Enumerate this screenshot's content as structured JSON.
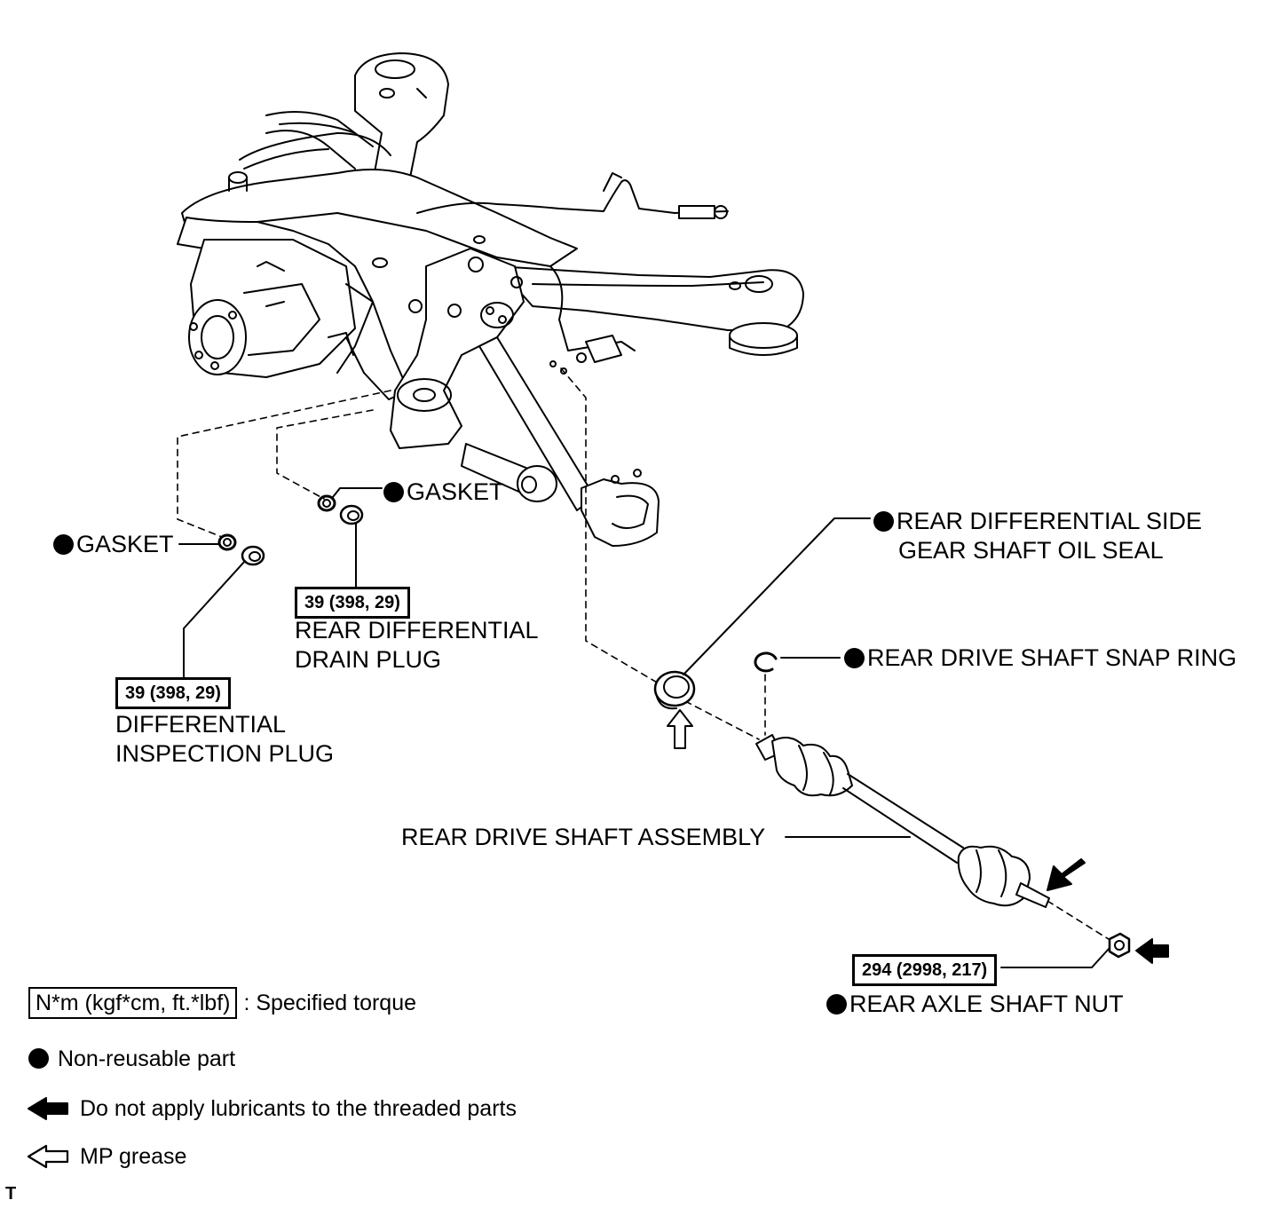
{
  "labels": {
    "gasket_left": "GASKET",
    "gasket_center": "GASKET",
    "oil_seal": [
      "REAR DIFFERENTIAL SIDE",
      "GEAR SHAFT OIL SEAL"
    ],
    "snap_ring": "REAR DRIVE SHAFT SNAP RING",
    "drain_plug": [
      "REAR DIFFERENTIAL",
      "DRAIN PLUG"
    ],
    "inspection_plug": [
      "DIFFERENTIAL",
      "INSPECTION PLUG"
    ],
    "drive_shaft_assembly": "REAR DRIVE SHAFT ASSEMBLY",
    "axle_nut": "REAR AXLE SHAFT NUT"
  },
  "torque": {
    "drain_plug": "39 (398, 29)",
    "inspection_plug": "39 (398, 29)",
    "axle_nut": "294 (2998, 217)"
  },
  "legend": {
    "torque_unit": "N*m (kgf*cm, ft.*lbf)",
    "torque_desc": ": Specified torque",
    "non_reusable": "Non-reusable part",
    "no_lubricant": "Do not apply lubricants to the threaded parts",
    "mp_grease": "MP grease"
  },
  "corner_mark": "T",
  "icons": {
    "non_reusable": "filled-circle-icon",
    "no_lubricant": "solid-arrow-icon",
    "mp_grease": "outline-arrow-icon"
  }
}
